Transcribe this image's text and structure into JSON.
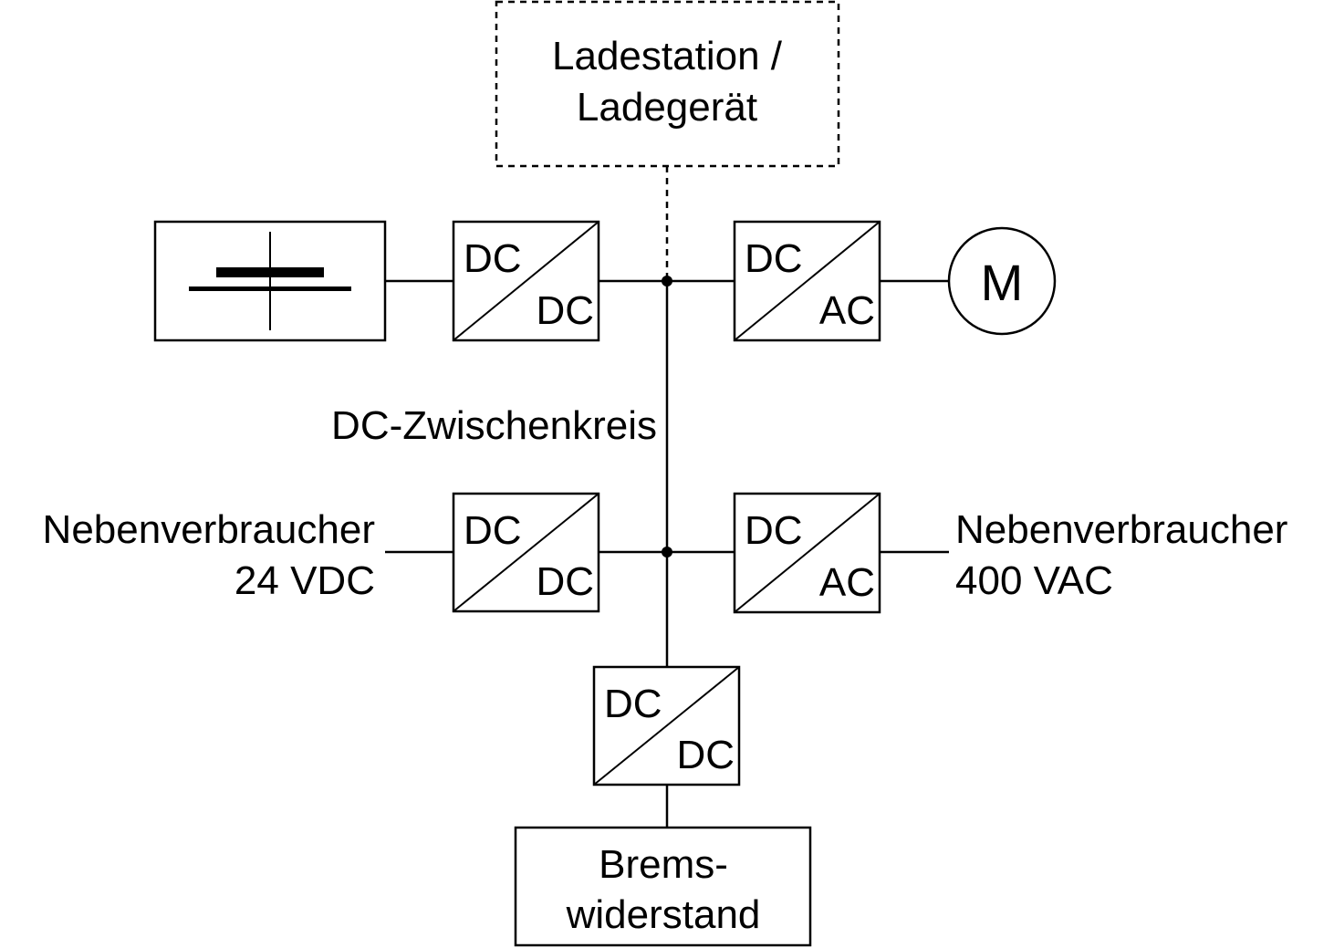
{
  "charger": {
    "line1": "Ladestation /",
    "line2": "Ladegerät"
  },
  "converters": {
    "battery": {
      "in": "DC",
      "out": "DC"
    },
    "motor": {
      "in": "DC",
      "out": "AC"
    },
    "aux24": {
      "in": "DC",
      "out": "DC"
    },
    "aux400": {
      "in": "DC",
      "out": "AC"
    },
    "brake": {
      "in": "DC",
      "out": "DC"
    }
  },
  "motor": {
    "label": "M"
  },
  "dc_link": {
    "label": "DC-Zwischenkreis"
  },
  "aux_left": {
    "line1": "Nebenverbraucher",
    "line2": "24 VDC"
  },
  "aux_right": {
    "line1": "Nebenverbraucher",
    "line2": "400 VAC"
  },
  "brake_resistor": {
    "line1": "Brems-",
    "line2": "widerstand"
  },
  "colors": {
    "line": "#000000",
    "background": "#ffffff"
  }
}
